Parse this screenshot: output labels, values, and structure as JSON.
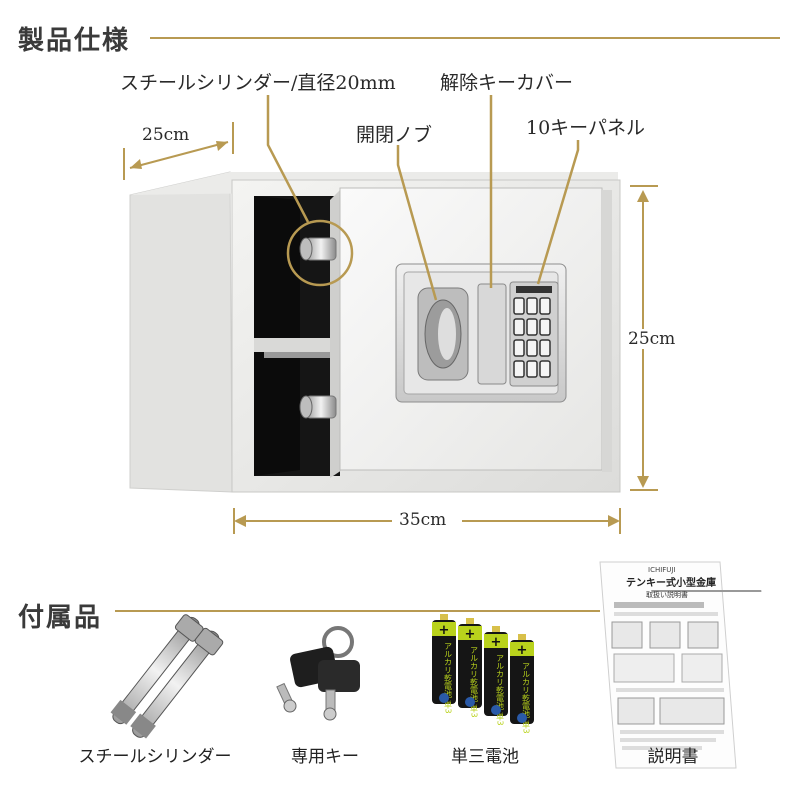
{
  "spec_section": {
    "title": "製品仕様"
  },
  "callouts": {
    "cylinder": "スチールシリンダー/直径20mm",
    "key_cover": "解除キーカバー",
    "handle": "開閉ノブ",
    "keypad": "10キーパネル"
  },
  "dimensions": {
    "depth": "25cm",
    "height": "25cm",
    "width": "35cm"
  },
  "accessories_section": {
    "title": "付属品"
  },
  "accessories": [
    {
      "label": "スチールシリンダー"
    },
    {
      "label": "専用キー"
    },
    {
      "label": "単三電池"
    },
    {
      "label": "説明書"
    }
  ],
  "manual": {
    "brand": "ICHIFUJI",
    "title": "テンキー式小型金庫",
    "subtitle": "取扱い説明書"
  },
  "battery": {
    "text": "アルカリ乾電池",
    "size": "単3"
  },
  "colors": {
    "accent": "#b89a52",
    "body": "#eeeeec",
    "battery_green": "#b9d21c"
  }
}
